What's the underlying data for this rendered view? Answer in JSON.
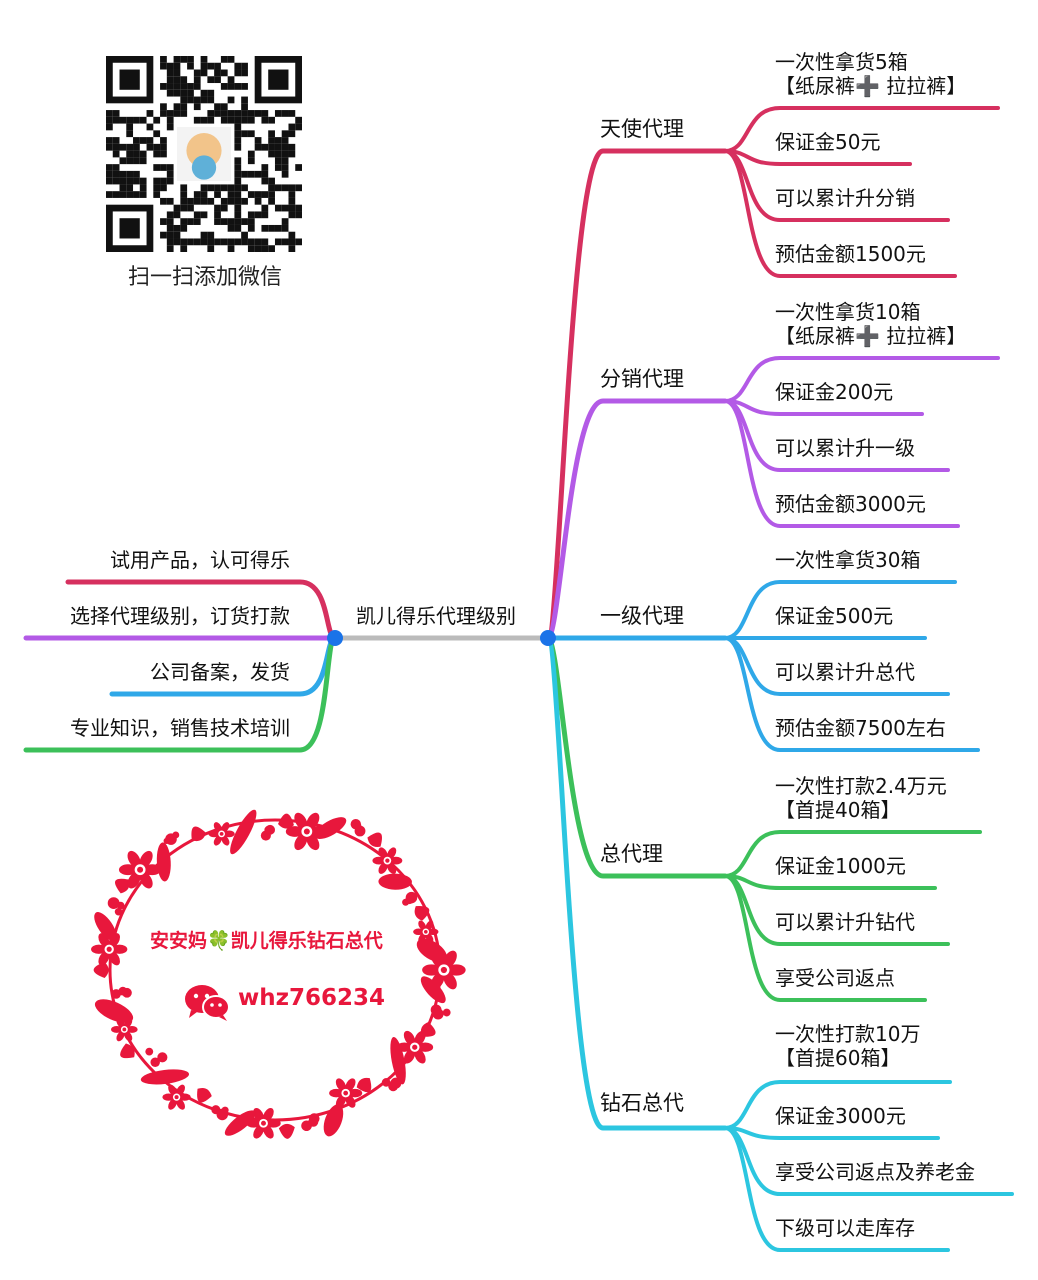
{
  "colors": {
    "angel": "#d6305f",
    "distributor": "#b35ae6",
    "level1": "#2fa8e8",
    "general": "#3cc05a",
    "diamond": "#2cc6e0",
    "center": "#bbbbbb",
    "node": "#1a73e8",
    "wreath": "#e8173c"
  },
  "qr": {
    "caption": "扫一扫添加微信",
    "icon": "qr-code"
  },
  "center": {
    "title": "凯儿得乐代理级别"
  },
  "left_items": [
    {
      "label": "试用产品，认可得乐"
    },
    {
      "label": "选择代理级别，订货打款"
    },
    {
      "label": "公司备案，发货"
    },
    {
      "label": "专业知识，销售技术培训"
    }
  ],
  "branches": [
    {
      "name": "天使代理",
      "items": [
        "一次性拿货5箱\n【纸尿裤➕ 拉拉裤】",
        "保证金50元",
        "可以累计升分销",
        "预估金额1500元"
      ]
    },
    {
      "name": "分销代理",
      "items": [
        "一次性拿货10箱\n【纸尿裤➕ 拉拉裤】",
        "保证金200元",
        "可以累计升一级",
        "预估金额3000元"
      ]
    },
    {
      "name": "一级代理",
      "items": [
        "一次性拿货30箱",
        "保证金500元",
        "可以累计升总代",
        "预估金额7500左右"
      ]
    },
    {
      "name": "总代理",
      "items": [
        "一次性打款2.4万元\n【首提40箱】",
        "保证金1000元",
        "可以累计升钻代",
        "享受公司返点"
      ]
    },
    {
      "name": "钻石总代",
      "items": [
        "一次性打款10万\n【首提60箱】",
        "保证金3000元",
        "享受公司返点及养老金",
        "下级可以走库存"
      ]
    }
  ],
  "wreath": {
    "title_left": "安安妈",
    "clover": "🍀",
    "title_right": "凯儿得乐钻石总代",
    "wechat_id": "whz766234",
    "icon": "wechat-icon"
  }
}
